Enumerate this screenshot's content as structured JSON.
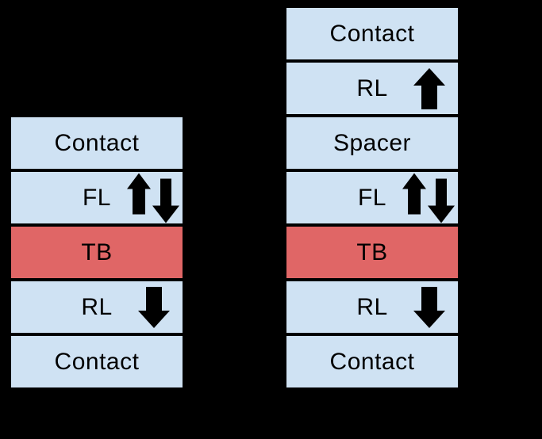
{
  "diagram": {
    "colors": {
      "background": "#000000",
      "layer_fill": "#cfe2f3",
      "barrier_fill": "#e06666",
      "text": "#000000",
      "arrow": "#000000",
      "separator": "#000000"
    },
    "stacks": [
      {
        "name": "left-stack",
        "layers": [
          {
            "label": "Contact",
            "fill": "layer",
            "arrows": []
          },
          {
            "label": "FL",
            "fill": "layer",
            "arrows": [
              "up",
              "down"
            ]
          },
          {
            "label": "TB",
            "fill": "barrier",
            "arrows": []
          },
          {
            "label": "RL",
            "fill": "layer",
            "arrows": [
              "down"
            ]
          },
          {
            "label": "Contact",
            "fill": "layer",
            "arrows": []
          }
        ]
      },
      {
        "name": "right-stack",
        "layers": [
          {
            "label": "Contact",
            "fill": "layer",
            "arrows": []
          },
          {
            "label": "RL",
            "fill": "layer",
            "arrows": [
              "up"
            ]
          },
          {
            "label": "Spacer",
            "fill": "layer",
            "arrows": []
          },
          {
            "label": "FL",
            "fill": "layer",
            "arrows": [
              "up",
              "down"
            ]
          },
          {
            "label": "TB",
            "fill": "barrier",
            "arrows": []
          },
          {
            "label": "RL",
            "fill": "layer",
            "arrows": [
              "down"
            ]
          },
          {
            "label": "Contact",
            "fill": "layer",
            "arrows": []
          }
        ]
      }
    ]
  }
}
